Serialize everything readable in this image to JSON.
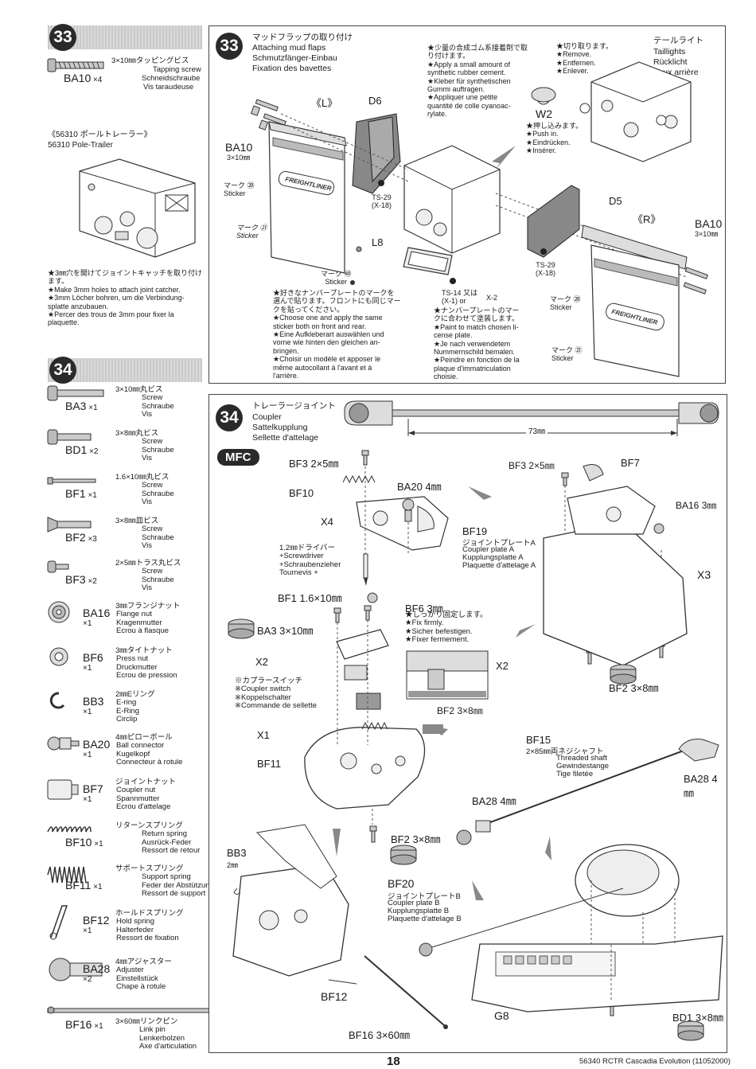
{
  "left": {
    "step33_badge": "33",
    "step33_part": {
      "spec": "3×10㎜タッピングビス",
      "code": "BA10",
      "qty": "×4",
      "en": "Tapping screw",
      "de": "Schneidschraube",
      "fr": "Vis taraudeuse"
    },
    "trailer_jp": "《56310 ポールトレーラー》",
    "trailer_en": "56310 Pole-Trailer",
    "hole_note": "★3㎜穴を開けてジョイントキャッチを取り付けます。\n★Make 3mm holes to attach joint catcher.\n★3mm Löcher bohren, um die Verbindung-\nsplatte anzubauen.\n★Percer des trous de 3mm pour fixer la\nplaquette.",
    "step34_badge": "34",
    "parts": [
      {
        "spec": "3×10㎜丸ビス",
        "code": "BA3",
        "qty": "×1",
        "en": "Screw",
        "de": "Schraube",
        "fr": "Vis"
      },
      {
        "spec": "3×8㎜丸ビス",
        "code": "BD1",
        "qty": "×2",
        "en": "Screw",
        "de": "Schraube",
        "fr": "Vis"
      },
      {
        "spec": "1.6×10㎜丸ビス",
        "code": "BF1",
        "qty": "×1",
        "en": "Screw",
        "de": "Schraube",
        "fr": "Vis"
      },
      {
        "spec": "3×8㎜皿ビス",
        "code": "BF2",
        "qty": "×3",
        "en": "Screw",
        "de": "Schraube",
        "fr": "Vis"
      },
      {
        "spec": "2×5㎜トラス丸ビス",
        "code": "BF3",
        "qty": "×2",
        "en": "Screw",
        "de": "Schraube",
        "fr": "Vis"
      },
      {
        "spec": "3㎜フランジナット",
        "code": "BA16",
        "qty": "×1",
        "en": "Flange nut",
        "de": "Kragenmutter",
        "fr": "Ecrou à flasque"
      },
      {
        "spec": "3㎜タイトナット",
        "code": "BF6",
        "qty": "×1",
        "en": "Press nut",
        "de": "Druckmutter",
        "fr": "Ecrou de pression"
      },
      {
        "spec": "2㎜Eリング",
        "code": "BB3",
        "qty": "×1",
        "en": "E-ring",
        "de": "E-Ring",
        "fr": "Circlip"
      },
      {
        "spec": "4㎜ピローボール",
        "code": "BA20",
        "qty": "×1",
        "en": "Ball connector",
        "de": "Kugelkopf",
        "fr": "Connecteur à rotule"
      },
      {
        "spec": "ジョイントナット",
        "code": "BF7",
        "qty": "×1",
        "en": "Coupler nut",
        "de": "Spannmutter",
        "fr": "Ecrou d'attelage"
      },
      {
        "spec": "リターンスプリング",
        "code": "BF10",
        "qty": "×1",
        "en": "Return spring",
        "de": "Ausrück-Feder",
        "fr": "Ressort de retour"
      },
      {
        "spec": "サポートスプリング",
        "code": "BF11",
        "qty": "×1",
        "en": "Support spring",
        "de": "Feder der Abstützung",
        "fr": "Ressort de support"
      },
      {
        "spec": "ホールドスプリング",
        "code": "BF12",
        "qty": "×1",
        "en": "Hold spring",
        "de": "Halterfeder",
        "fr": "Ressort de fixation"
      },
      {
        "spec": "4㎜アジャスター",
        "code": "BA28",
        "qty": "×2",
        "en": "Adjuster",
        "de": "Einstellstück",
        "fr": "Chape à rotule"
      },
      {
        "spec": "3×60㎜リンクピン",
        "code": "BF16",
        "qty": "×1",
        "en": "Link pin",
        "de": "Lenkerbolzen",
        "fr": "Axe d'articulation"
      }
    ]
  },
  "step33": {
    "badge": "33",
    "title_jp": "マッドフラップの取り付け",
    "title_en": "Attaching mud flaps",
    "title_de": "Schmutzfänger-Einbau",
    "title_fr": "Fixation des bavettes",
    "glue_note": "★少量の合成ゴム系接着剤で取り付けます。\n★Apply a small amount of\nsynthetic rubber cement.\n★Kleber für synthetischen\nGummi auftragen.\n★Appliquer une petite\nquantité de colle cyanoac-\nrylate.",
    "cut_note": "★切り取ります。\n★Remove.\n★Entfernen.\n★Enlever.",
    "tail_jp": "テールライト",
    "tail_en": "Taillights",
    "tail_de": "Rücklicht",
    "tail_fr": "Feux arrière",
    "push_note": "★押し込みます。\n★Push in.\n★Eindrücken.\n★Insérer.",
    "L": "《L》",
    "R": "《R》",
    "D6": "D6",
    "D5": "D5",
    "W2": "W2",
    "L8": "L8",
    "BA10_left": "BA10",
    "BA10_left_sub": "3×10㎜",
    "BA10_right": "BA10",
    "BA10_right_sub": "3×10㎜",
    "ts29a": "TS-29\n(X-18)",
    "ts29b": "TS-29\n(X-18)",
    "mark20_left": "マーク ⑳\nSticker",
    "mark21_left": "マーク ㉑\nSticker",
    "mark40": "マーク ㊵\nSticker",
    "mark20_right": "マーク ⑳\nSticker",
    "mark21_right": "マーク ㉑\nSticker",
    "flap_logo": "FREIGHTLINER",
    "sticker_note": "★好きなナンバープレートのマークを\n選んで貼ります。フロントにも同じマー\nクを貼ってください。\n★Choose one and apply the same\nsticker both on front and rear.\n★Eine Aufkleberart auswählen und\nvorne wie hinten den gleichen an-\nbringen.\n★Choisir un modèle et apposer le\nmême autocollant à l'avant et à\nl'arrière.",
    "ts14": "TS-14 又は\n(X-1) or",
    "x2": "X-2",
    "paint_note": "★ナンバープレートのマー\nクに合わせて塗装します。\n★Paint to match chosen li-\ncense plate.\n★Je nach verwendetem\nNummernschild bemalen.\n★Peindre en fonction de la\nplaque d'immatriculation\nchoisie."
  },
  "step34": {
    "badge": "34",
    "title_jp": "トレーラージョイント",
    "title_en": "Coupler",
    "title_de": "Sattelkupplung",
    "title_fr": "Sellette d'attelage",
    "mfc": "MFC",
    "dim": "73㎜",
    "labels": {
      "bf3a": "BF3 2×5㎜",
      "bf3b": "BF3 2×5㎜",
      "bf7": "BF7",
      "bf10": "BF10",
      "ba20": "BA20 4㎜",
      "ba16": "BA16 3㎜",
      "x4": "X4",
      "bf19": "BF19",
      "bf19_jp": "ジョイントプレートA",
      "bf19_en": "Coupler plate A",
      "bf19_de": "Kupplungsplatte A",
      "bf19_fr": "Plaquette d'attelage A",
      "x3": "X3",
      "driver": "1.2㎜ドライバー\n+Screwdriver\n+Schraubenzieher\nTournevis +",
      "bf1": "BF1 1.6×10㎜",
      "bf6": "BF6 3㎜",
      "fix_note": "★しっかり固定します。\n★Fix firmly.\n★Sicher befestigen.\n★Fixer fermement.",
      "ba3": "BA3 3×10㎜",
      "x2a": "X2",
      "x2b": "X2",
      "switch_note": "※カプラースイッチ\n※Coupler switch\n※Koppelschalter\n※Commande de sellette",
      "bf2a": "BF2 3×8㎜",
      "bf2b": "BF2 3×8㎜",
      "bf2c": "BF2 3×8㎜",
      "x1": "X1",
      "bf11": "BF11",
      "bf15": "BF15",
      "bf15_jp": "2×85㎜両ネジシャフト",
      "bf15_en": "Threaded shaft",
      "bf15_de": "Gewindestange",
      "bf15_fr": "Tige filetée",
      "ba28a": "BA28 4㎜",
      "ba28b": "BA28 4㎜",
      "bb3": "BB3",
      "bb3_sub": "2㎜",
      "bf20": "BF20",
      "bf20_jp": "ジョイントプレートB",
      "bf20_en": "Coupler plate B",
      "bf20_de": "Kupplungsplatte B",
      "bf20_fr": "Plaquette d'attelage B",
      "bf12": "BF12",
      "bf16": "BF16 3×60㎜",
      "g8": "G8",
      "bd1": "BD1 3×8㎜"
    }
  },
  "footer": {
    "page": "18",
    "doc": "56340 RCTR Cascadia Evolution (11052000)"
  }
}
